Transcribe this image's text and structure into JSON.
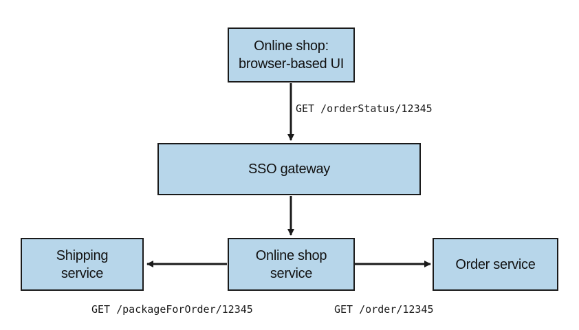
{
  "nodes": {
    "online_shop_ui": {
      "lines": [
        "Online shop:",
        "browser-based UI"
      ]
    },
    "sso_gateway": {
      "lines": [
        "SSO gateway"
      ]
    },
    "online_shop_service": {
      "lines": [
        "Online shop",
        "service"
      ]
    },
    "shipping_service": {
      "lines": [
        "Shipping",
        "service"
      ]
    },
    "order_service": {
      "lines": [
        "Order service"
      ]
    }
  },
  "edges": {
    "ui_to_gateway": "GET /orderStatus/12345",
    "service_to_shipping": "GET /packageForOrder/12345",
    "service_to_order": "GET /order/12345"
  },
  "colors": {
    "node_fill": "#b7d6ea",
    "border": "#1a1a1a"
  }
}
